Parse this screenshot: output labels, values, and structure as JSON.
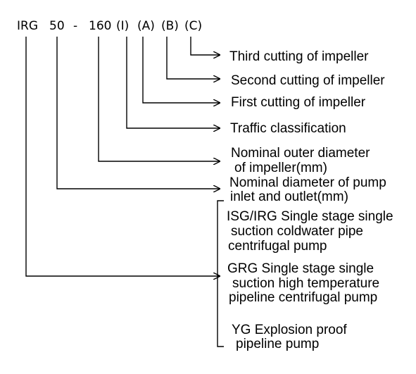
{
  "model_code": {
    "series": "IRG",
    "inlet": "50",
    "dash": "-",
    "impeller": "160",
    "flow": "(I)",
    "cut_a": "(A)",
    "cut_b": "(B)",
    "cut_c": "(C)"
  },
  "labels": {
    "third_cut": "Third cutting of impeller",
    "second_cut": "Second cutting of impeller",
    "first_cut": "First cutting of impeller",
    "traffic": "Traffic classification",
    "impeller_diam_1": "Nominal outer diameter",
    "impeller_diam_2": "of impeller(mm)",
    "pump_diam_1": "Nominal diameter of pump",
    "pump_diam_2": "inlet and outlet(mm)"
  },
  "series_types": {
    "isg_1": "ISG/IRG Single stage single",
    "isg_2": "suction coldwater pipe",
    "isg_3": "centrifugal pump",
    "grg_1": "GRG Single stage single",
    "grg_2": "suction high temperature",
    "grg_3": "pipeline centrifugal pump",
    "yg_1": "YG Explosion proof",
    "yg_2": "pipeline pump"
  }
}
